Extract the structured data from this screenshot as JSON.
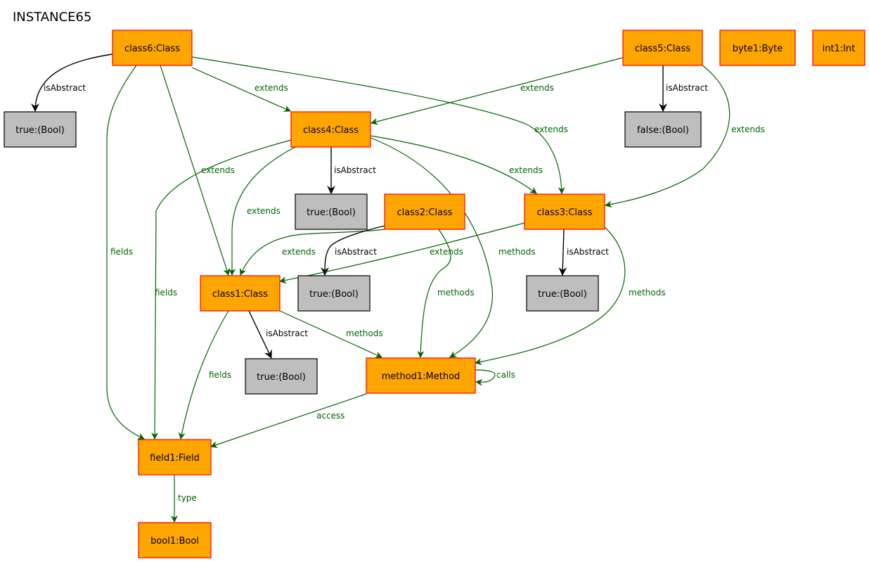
{
  "title": "INSTANCE65",
  "colors": {
    "class_fill": "#ffa500",
    "class_stroke": "#ff0000",
    "value_fill": "#bebebe",
    "value_stroke": "#000000",
    "green_edge": "#006400",
    "black_edge": "#000000"
  },
  "nodes": [
    {
      "id": "class6",
      "label": "class6:Class",
      "kind": "class"
    },
    {
      "id": "class5",
      "label": "class5:Class",
      "kind": "class"
    },
    {
      "id": "byte1",
      "label": "byte1:Byte",
      "kind": "class"
    },
    {
      "id": "int1",
      "label": "int1:Int",
      "kind": "class"
    },
    {
      "id": "true6",
      "label": "true:(Bool)",
      "kind": "value"
    },
    {
      "id": "class4",
      "label": "class4:Class",
      "kind": "class"
    },
    {
      "id": "false5",
      "label": "false:(Bool)",
      "kind": "value"
    },
    {
      "id": "true4",
      "label": "true:(Bool)",
      "kind": "value"
    },
    {
      "id": "class2",
      "label": "class2:Class",
      "kind": "class"
    },
    {
      "id": "class3",
      "label": "class3:Class",
      "kind": "class"
    },
    {
      "id": "class1",
      "label": "class1:Class",
      "kind": "class"
    },
    {
      "id": "true2",
      "label": "true:(Bool)",
      "kind": "value"
    },
    {
      "id": "true3",
      "label": "true:(Bool)",
      "kind": "value"
    },
    {
      "id": "true1",
      "label": "true:(Bool)",
      "kind": "value"
    },
    {
      "id": "method1",
      "label": "method1:Method",
      "kind": "class"
    },
    {
      "id": "field1",
      "label": "field1:Field",
      "kind": "class"
    },
    {
      "id": "bool1",
      "label": "bool1:Bool",
      "kind": "class"
    }
  ],
  "edges": [
    {
      "id": "e1",
      "from": "class6",
      "to": "true6",
      "label": "isAbstract",
      "color": "black"
    },
    {
      "id": "e2",
      "from": "class6",
      "to": "class4",
      "label": "extends",
      "color": "green"
    },
    {
      "id": "e3",
      "from": "class6",
      "to": "class3",
      "label": "extends",
      "color": "green"
    },
    {
      "id": "e4",
      "from": "class6",
      "to": "class1",
      "label": "extends",
      "color": "green"
    },
    {
      "id": "e5",
      "from": "class6",
      "to": "field1",
      "label": "fields",
      "color": "green"
    },
    {
      "id": "e6",
      "from": "class5",
      "to": "class4",
      "label": "extends",
      "color": "green"
    },
    {
      "id": "e7",
      "from": "class5",
      "to": "false5",
      "label": "isAbstract",
      "color": "black"
    },
    {
      "id": "e8",
      "from": "class5",
      "to": "class3",
      "label": "extends",
      "color": "green"
    },
    {
      "id": "e9",
      "from": "class4",
      "to": "true4",
      "label": "isAbstract",
      "color": "black"
    },
    {
      "id": "e10",
      "from": "class4",
      "to": "class3",
      "label": "extends",
      "color": "green"
    },
    {
      "id": "e11",
      "from": "class4",
      "to": "class1",
      "label": "extends",
      "color": "green"
    },
    {
      "id": "e12",
      "from": "class4",
      "to": "field1",
      "label": "fields",
      "color": "green"
    },
    {
      "id": "e13",
      "from": "class4",
      "to": "method1",
      "label": "methods",
      "color": "green"
    },
    {
      "id": "e14",
      "from": "class2",
      "to": "class1",
      "label": "extends",
      "color": "green"
    },
    {
      "id": "e15",
      "from": "class2",
      "to": "true2",
      "label": "isAbstract",
      "color": "black"
    },
    {
      "id": "e16",
      "from": "class2",
      "to": "method1",
      "label": "methods",
      "color": "green"
    },
    {
      "id": "e17",
      "from": "class3",
      "to": "class1",
      "label": "extends",
      "color": "green"
    },
    {
      "id": "e18",
      "from": "class3",
      "to": "true3",
      "label": "isAbstract",
      "color": "black"
    },
    {
      "id": "e19",
      "from": "class3",
      "to": "method1",
      "label": "methods",
      "color": "green"
    },
    {
      "id": "e20",
      "from": "class1",
      "to": "true1",
      "label": "isAbstract",
      "color": "black"
    },
    {
      "id": "e21",
      "from": "class1",
      "to": "method1",
      "label": "methods",
      "color": "green"
    },
    {
      "id": "e22",
      "from": "class1",
      "to": "field1",
      "label": "fields",
      "color": "green"
    },
    {
      "id": "e23",
      "from": "method1",
      "to": "method1",
      "label": "calls",
      "color": "green"
    },
    {
      "id": "e24",
      "from": "method1",
      "to": "field1",
      "label": "access",
      "color": "green"
    },
    {
      "id": "e25",
      "from": "field1",
      "to": "bool1",
      "label": "type",
      "color": "green"
    }
  ]
}
